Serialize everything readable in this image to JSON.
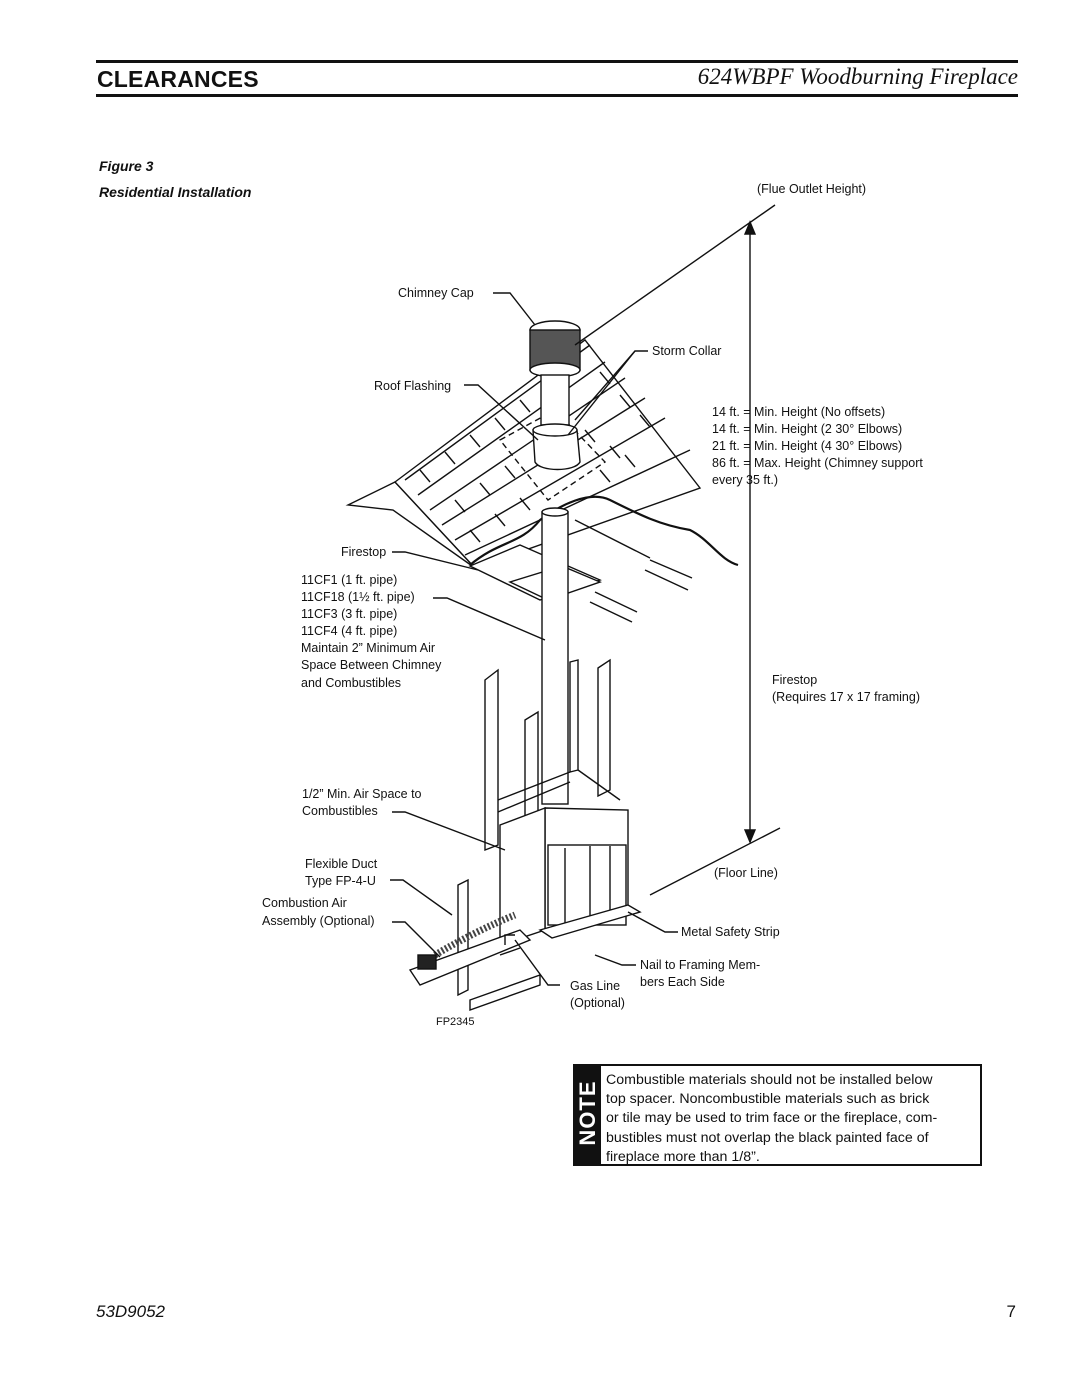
{
  "header": {
    "section_title": "CLEARANCES",
    "document_title": "624WBPF Woodburning Fireplace"
  },
  "figure": {
    "number": "Figure 3",
    "caption": "Residential Installation",
    "drawing_code": "FP2345",
    "callouts": {
      "flue_outlet_height": "(Flue Outlet Height)",
      "chimney_cap": "Chimney Cap",
      "storm_collar": "Storm Collar",
      "roof_flashing": "Roof Flashing",
      "heights": [
        "14 ft. = Min. Height (No offsets)",
        "14 ft. = Min. Height (2 30° Elbows)",
        "21 ft. = Min. Height (4 30° Elbows)",
        "86 ft. = Max. Height (Chimney support",
        "every 35 ft.)"
      ],
      "firestop_top": "Firestop",
      "pipe_list": [
        "11CF1 (1 ft. pipe)",
        "11CF18 (1½ ft. pipe)",
        "11CF3 (3 ft. pipe)",
        "11CF4 (4 ft. pipe)",
        "Maintain 2” Minimum Air",
        "Space Between Chimney",
        "and Combustibles"
      ],
      "firestop_right": [
        "Firestop",
        "(Requires 17 x 17 framing)"
      ],
      "air_space": [
        "1/2” Min. Air Space to",
        "Combustibles"
      ],
      "flexible_duct": [
        "Flexible Duct",
        "Type FP-4-U"
      ],
      "combustion_air": [
        "Combustion Air",
        "Assembly (Optional)"
      ],
      "floor_line": "(Floor Line)",
      "metal_safety_strip": "Metal Safety Strip",
      "nail_to_framing": [
        "Nail to Framing Mem-",
        "bers Each Side"
      ],
      "gas_line": [
        "Gas Line",
        "(Optional)"
      ]
    }
  },
  "note": {
    "tab_label": "NOTE",
    "lines": [
      "Combustible materials should not be installed below",
      "top spacer. Noncombustible materials such as brick",
      "or tile may be used to trim face or the fireplace, com-",
      "bustibles must not overlap the black painted face of",
      "fireplace more than 1/8”."
    ]
  },
  "footer": {
    "document_number": "53D9052",
    "page_number": "7"
  }
}
